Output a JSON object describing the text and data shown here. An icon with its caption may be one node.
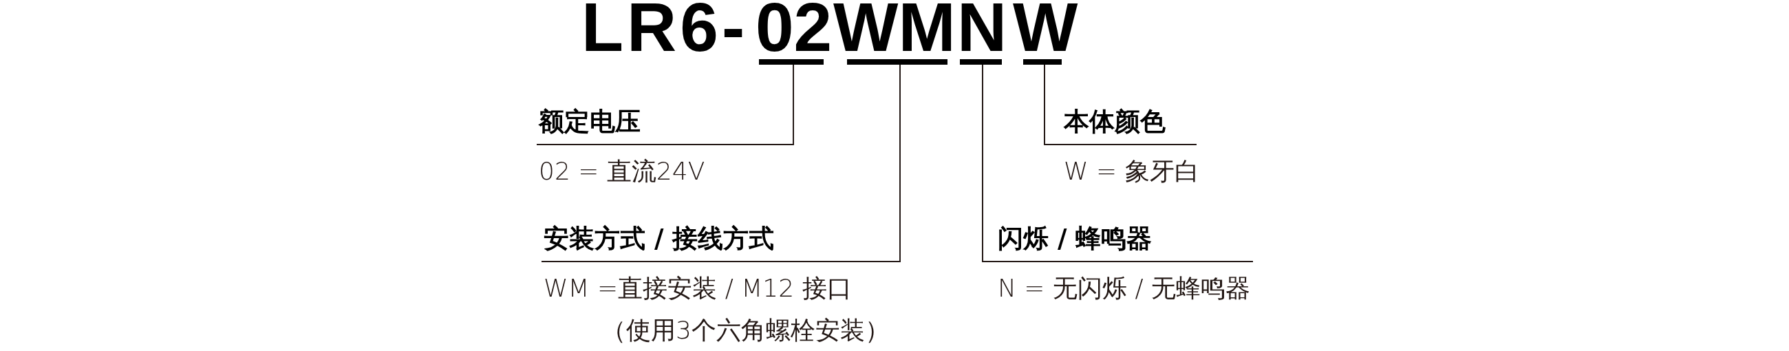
{
  "diagram": {
    "nodes": [
      {
        "text": [
          "02"
        ]
      },
      {
        "text": [
          "WM"
        ]
      },
      {
        "text": [
          "N"
        ]
      },
      {
        "text": [
          "W"
        ]
      },
      {
        "text": [
          "额定电压",
          "02 = 直流24V"
        ]
      },
      {
        "text": [
          "本体颜色",
          "W = 象牙白"
        ]
      },
      {
        "text": [
          "安装方式 / 接线方式",
          "WM =直接安装 / M12 接口",
          "（使用3个六角螺栓安装）"
        ]
      },
      {
        "text": [
          "闪烁 / 蜂鸣器",
          "N = 无闪烁 / 无蜂鸣器"
        ]
      }
    ],
    "edges": [
      {
        "from": 0,
        "to": 4,
        "arrow": "none"
      },
      {
        "from": 1,
        "to": 6,
        "arrow": "none"
      },
      {
        "from": 2,
        "to": 7,
        "arrow": "none"
      },
      {
        "from": 3,
        "to": 5,
        "arrow": "none"
      }
    ],
    "labels": [
      "LR6-"
    ]
  }
}
